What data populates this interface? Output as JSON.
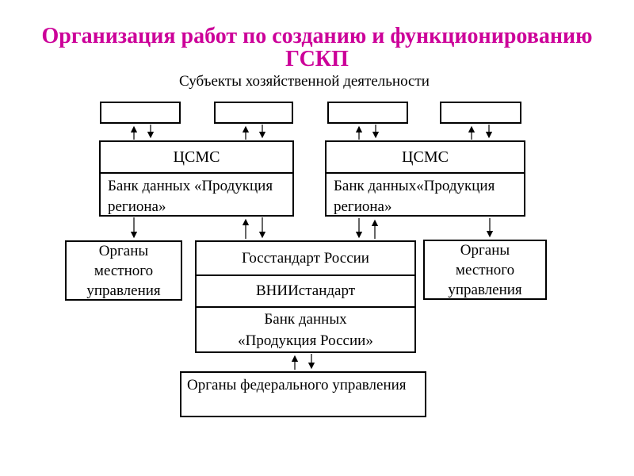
{
  "slide": {
    "title_line1": "Организация работ по созданию и функционированию",
    "title_line2": "ГСКП",
    "title_color": "#cc0099",
    "subtitle": "Субъекты хозяйственной деятельности"
  },
  "diagram": {
    "cmsc_left": {
      "header": "ЦСМС",
      "body": "Банк данных «Продукция региона»"
    },
    "cmsc_right": {
      "header": "ЦСМС",
      "body": "Банк данных«Продукция региона»"
    },
    "org_left": "Органы местного управления",
    "org_right": "Органы местного управления",
    "central": {
      "row1": "Госстандарт России",
      "row2": "ВНИИстандарт",
      "row3": "Банк данных «Продукция России»"
    },
    "federal": "Органы федерального управления"
  }
}
